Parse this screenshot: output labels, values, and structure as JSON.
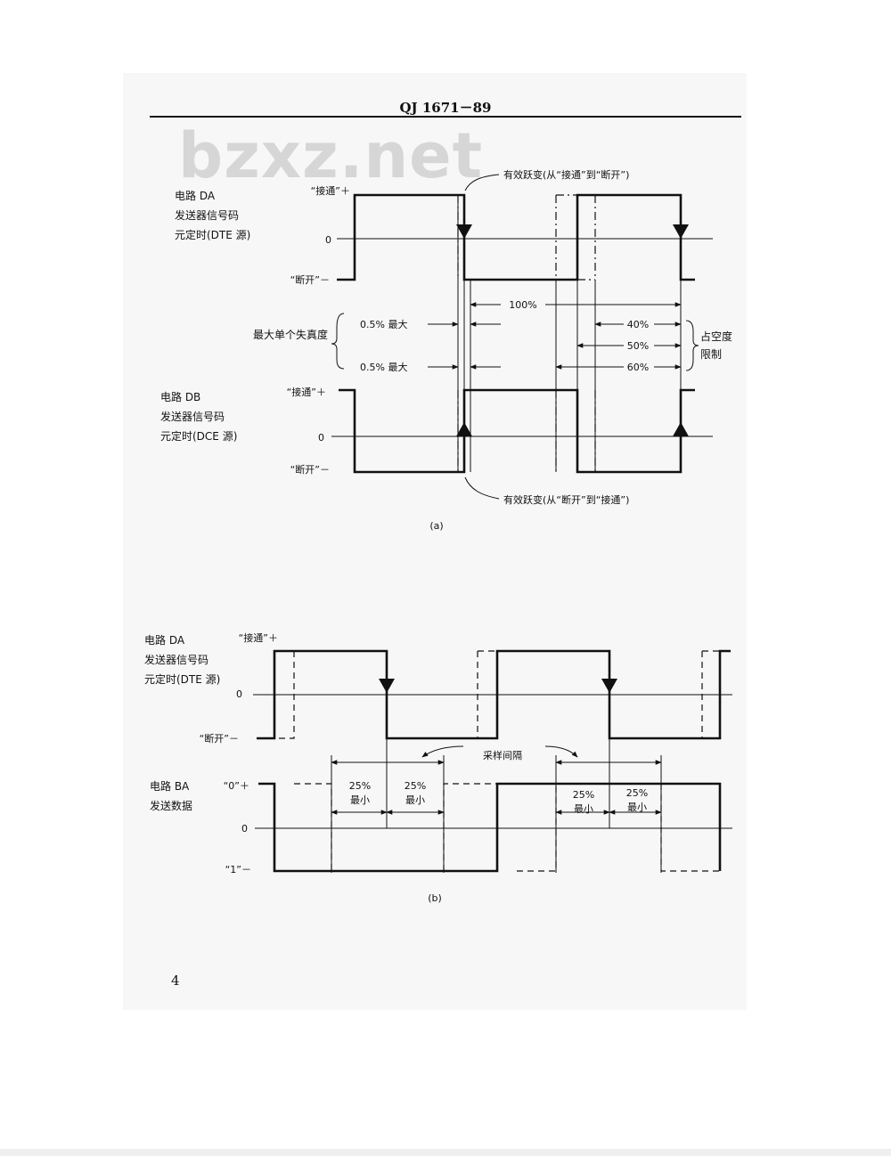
{
  "header": {
    "title": "QJ 1671－89"
  },
  "watermark": "bzxz.net",
  "page_number": "4",
  "diagram_a": {
    "caption": "(a)",
    "circuit_da": {
      "lines": [
        "电路 DA",
        "发送器信号码",
        "元定时(DTE 源)"
      ]
    },
    "circuit_db": {
      "lines": [
        "电路 DB",
        "发送器信号码",
        "元定时(DCE 源)"
      ]
    },
    "on_label": "“接通”＋",
    "zero_label": "0",
    "off_label": "“断开”－",
    "transition_top": "有效跃变(从“接通”到“断开”)",
    "transition_bottom": "有效跃变(从“断开”到“接通”)",
    "max_distortion": "最大单个失真度",
    "max_half_top": "0.5% 最大",
    "max_half_bottom": "0.5% 最大",
    "period": "100%",
    "duty_40": "40%",
    "duty_50": "50%",
    "duty_60": "60%",
    "duty_limit": [
      "占空度",
      "限制"
    ]
  },
  "diagram_b": {
    "caption": "(b)",
    "circuit_da": {
      "lines": [
        "电路 DA",
        "发送器信号码",
        "元定时(DTE 源)"
      ]
    },
    "circuit_ba": {
      "lines": [
        "电路 BA",
        "发送数据"
      ]
    },
    "on_label": "“接通”＋",
    "zero_label": "0",
    "off_label": "“断开”－",
    "zero_plus": "“0”＋",
    "one_minus": "“1”－",
    "sample_interval": "采样间隔",
    "pct": "25%",
    "min": "最小"
  }
}
